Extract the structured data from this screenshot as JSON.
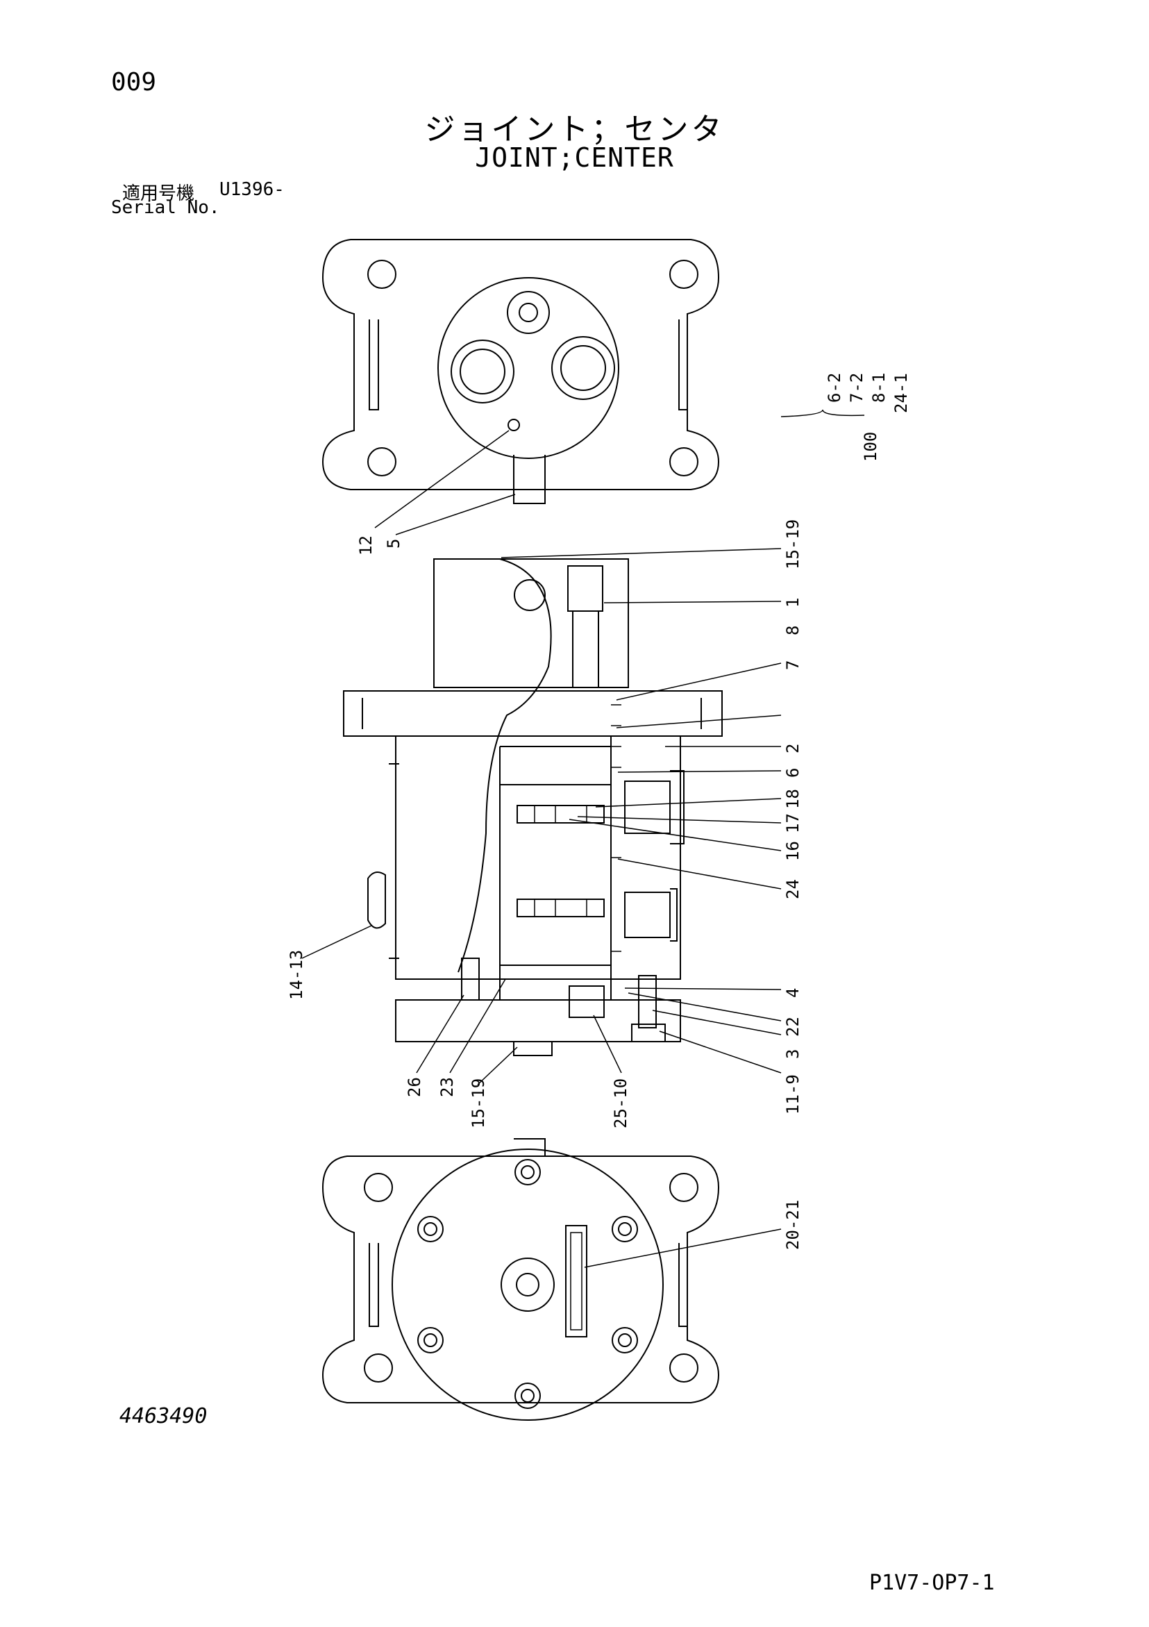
{
  "page_number": "009",
  "title_jp": "ジョイント；センタ",
  "title_en": "JOINT;CENTER",
  "serial_label_jp": "適用号機",
  "serial_value": "U1396-",
  "serial_label_en": "Serial No.",
  "drawing_number": "4463490",
  "page_code": "P1V7-OP7-1",
  "kit": {
    "number": "100",
    "items": [
      "6-2",
      "7-2",
      "8-1",
      "24-1"
    ]
  },
  "callouts": {
    "c12": "12",
    "c5": "5",
    "c15_19_top": "15-19",
    "c1": "1",
    "c8": "8",
    "c7": "7",
    "c2": "2",
    "c6": "6",
    "c18": "18",
    "c17": "17",
    "c16": "16",
    "c24": "24",
    "c4": "4",
    "c22": "22",
    "c3": "3",
    "c11_9": "11-9",
    "c14_13": "14-13",
    "c26": "26",
    "c23": "23",
    "c15_19_bottom": "15-19",
    "c25_10": "25-10",
    "c20_21": "20-21"
  }
}
